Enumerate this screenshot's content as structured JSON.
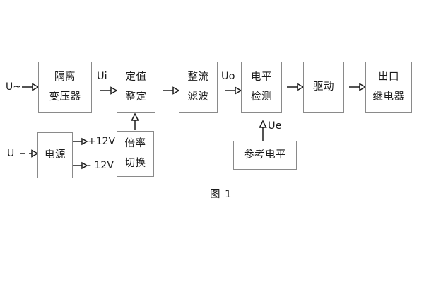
{
  "figure": {
    "caption": "图 1",
    "colors": {
      "box_border": "#8a8a8a",
      "stroke": "#1b1b1b",
      "background": "#ffffff"
    }
  },
  "blocks": [
    {
      "id": "isolation-transformer",
      "lines": [
        "隔离",
        "变压器"
      ]
    },
    {
      "id": "setting-value",
      "lines": [
        "定值",
        "整定"
      ]
    },
    {
      "id": "rectify-filter",
      "lines": [
        "整流",
        "滤波"
      ]
    },
    {
      "id": "level-detection",
      "lines": [
        "电平",
        "检测"
      ]
    },
    {
      "id": "drive",
      "lines": [
        "驱动"
      ]
    },
    {
      "id": "output-relay",
      "lines": [
        "出口",
        "继电器"
      ]
    },
    {
      "id": "power-supply",
      "lines": [
        "电源"
      ]
    },
    {
      "id": "multiplier-switch",
      "lines": [
        "倍率",
        "切换"
      ]
    },
    {
      "id": "reference-level",
      "lines": [
        "参考电平"
      ]
    }
  ],
  "labels": {
    "input_ac": "U~",
    "input_dc": "U",
    "signal_ui": "Ui",
    "signal_uo": "Uo",
    "signal_ue": "Ue",
    "rail_positive": "+12V",
    "rail_negative": "- 12V"
  }
}
